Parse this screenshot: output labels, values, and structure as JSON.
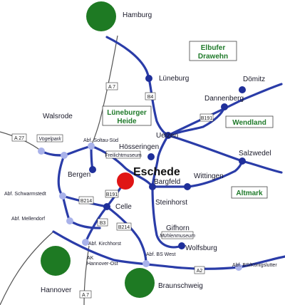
{
  "colors": {
    "motorway": "#2a3ca8",
    "secondary_road": "#2a3ca8",
    "node_dark": "#1f2f9a",
    "node_light": "#a9b2ea",
    "city_green": "#1e7a23",
    "center_red": "#e01515",
    "gray_road": "#555555",
    "region_text": "#1f7a2a"
  },
  "center": {
    "label": "Eschede",
    "icon": "red-circle-marker"
  },
  "cities": {
    "hamburg": "Hamburg",
    "luneburg": "Lüneburg",
    "domitz": "Dömitz",
    "dannenberg": "Dannenberg",
    "uelzen": "Uelzen",
    "salzwedel": "Salzwedel",
    "hosseringen": "Hösseringen",
    "wittingen": "Wittingen",
    "bargfeld": "Bargfeld",
    "steinhorst": "Steinhorst",
    "walsrode": "Walsrode",
    "bergen": "Bergen",
    "celle": "Celle",
    "gifhorn": "Gifhorn",
    "wolfsburg": "Wolfsburg",
    "hannover": "Hannover",
    "braunschweig": "Braunschweig"
  },
  "regions": {
    "elbufer_line1": "Elbufer",
    "elbufer_line2": "Drawehn",
    "luneburger_line1": "Lüneburger",
    "luneburger_line2": "Heide",
    "wendland": "Wendland",
    "altmark": "Altmark"
  },
  "roads": {
    "a7_north": "A 7",
    "a7_south": "A 7",
    "a27": "A 27",
    "a2": "A2",
    "b4": "B4",
    "b191_east": "B191",
    "b191_celle": "B191",
    "b214_west": "B214",
    "b214_south": "B214",
    "b3": "B3"
  },
  "annotations": {
    "vogelpark": "Vogelpark",
    "abf_soltau_sud": "Abf. Soltau-Süd",
    "freilichtmuseum": "Freilichtmuseum",
    "abf_schwarmstedt": "Abf. Schwarmstedt",
    "abf_mellendorf": "Abf. Mellendorf",
    "abf_kirchhorst": "Abf. Kirchhorst",
    "ak_line1": "AK",
    "ak_line2": "Hannover-Ost",
    "abf_bs_west": "Abf. BS West",
    "muhlenmuseum": "Mühlenmuseum",
    "abf_bs_konigslutter": "Abf. BS/Königslutter"
  }
}
